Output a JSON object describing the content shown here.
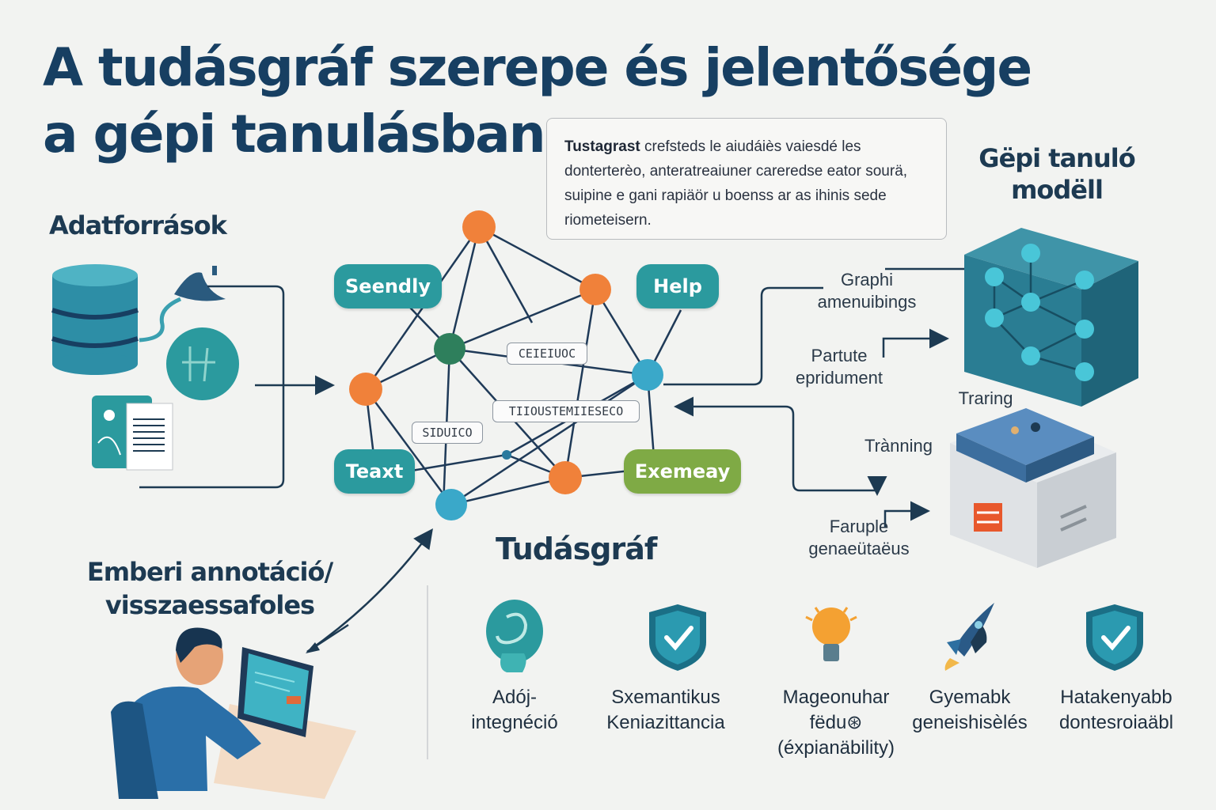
{
  "title": {
    "line1": "A tudásgráf szerepe és jelentősége",
    "line2": "a gépi tanulásban"
  },
  "intro": {
    "bold": "Tustagrast",
    "text": " crefsteds le aiudáiès vaiesdé les donterterèo, anteratreaiuner careredse eator sourä, suipine e gani rapiäör u boenss ar as ihinis sede riometeisern."
  },
  "sources": {
    "heading": "Adatforrások"
  },
  "model": {
    "heading_line1": "Gëpi tanuló",
    "heading_line2": "modëll"
  },
  "graph": {
    "heading": "Tudásgráf",
    "pills": [
      "Seendly",
      "Help",
      "Teaxt",
      "Exemeay"
    ],
    "tags": [
      "CEIEIUOC",
      "TIIOUSTEMIIESECO",
      "SIDUICO"
    ]
  },
  "flow_labels": {
    "graphi_line1": "Graphi",
    "graphi_line2": "amenuibings",
    "partute_line1": "Partute",
    "partute_line2": "epridument",
    "traring": "Traring",
    "tranning": "Trànning",
    "faruple_line1": "Faruple",
    "faruple_line2": "genaeütaëus"
  },
  "human": {
    "line1": "Emberi annotáció/",
    "line2": "visszaessafoles"
  },
  "benefits": [
    {
      "icon": "brain-icon",
      "line1": "Adój-",
      "line2": "integnéció",
      "line3": ""
    },
    {
      "icon": "shield-check-icon",
      "line1": "Sxemantikus",
      "line2": "Keniazittancia",
      "line3": ""
    },
    {
      "icon": "lightbulb-icon",
      "line1": "Mageonuhar",
      "line2": "fëdu⊛",
      "line3": "(éxpianäbility)"
    },
    {
      "icon": "rocket-icon",
      "line1": "Gyemabk",
      "line2": "geneishisèlés",
      "line3": ""
    },
    {
      "icon": "shield-check-icon",
      "line1": "Hatakenyabb",
      "line2": "dontesroiaäbl",
      "line3": ""
    }
  ],
  "colors": {
    "title": "#173f62",
    "teal": "#2b9a9e",
    "orange": "#f0813a",
    "blue_node": "#3aa8c9",
    "green_node": "#2e7f5c",
    "green_pill": "#7faa45",
    "navy": "#1d3a52"
  }
}
